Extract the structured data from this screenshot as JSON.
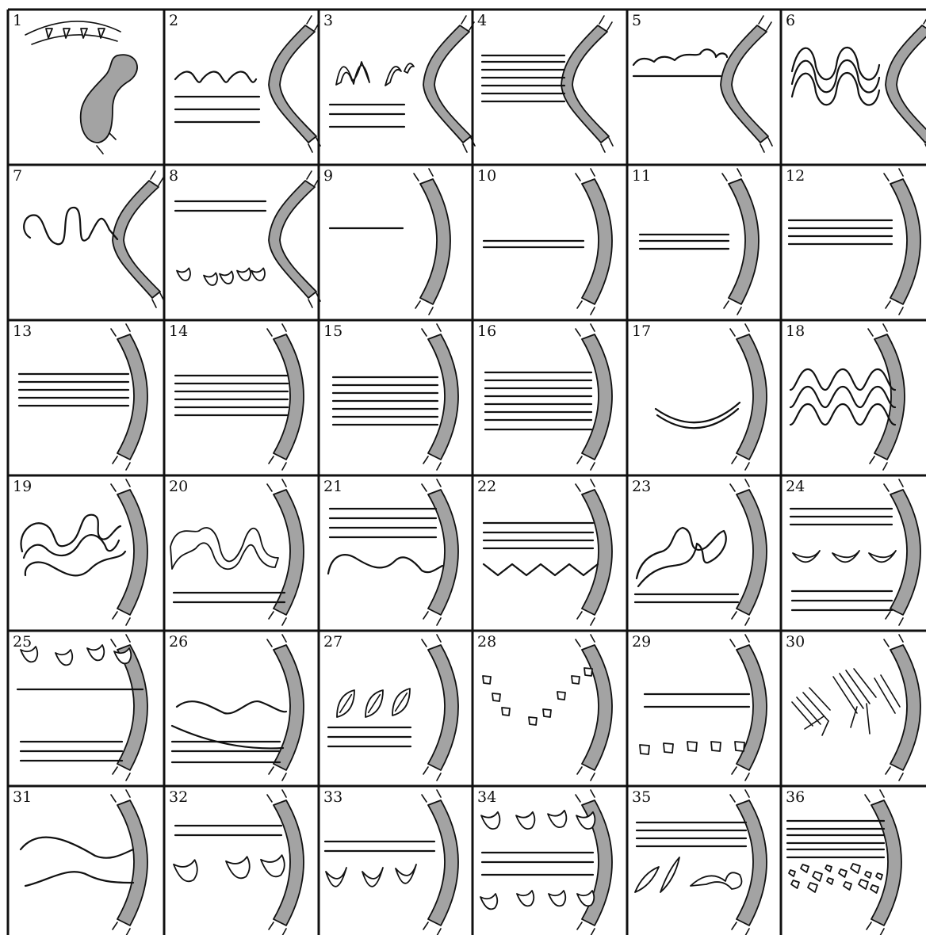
{
  "figure": {
    "columns": 6,
    "rows": 6,
    "line_color": "#111111",
    "profile_fill_color": "#a3a3a3",
    "background_color": "#ffffff"
  },
  "cells": [
    {
      "label": "1"
    },
    {
      "label": "2"
    },
    {
      "label": "3"
    },
    {
      "label": "4"
    },
    {
      "label": "5"
    },
    {
      "label": "6"
    },
    {
      "label": "7"
    },
    {
      "label": "8"
    },
    {
      "label": "9"
    },
    {
      "label": "10"
    },
    {
      "label": "11"
    },
    {
      "label": "12"
    },
    {
      "label": "13"
    },
    {
      "label": "14"
    },
    {
      "label": "15"
    },
    {
      "label": "16"
    },
    {
      "label": "17"
    },
    {
      "label": "18"
    },
    {
      "label": "19"
    },
    {
      "label": "20"
    },
    {
      "label": "21"
    },
    {
      "label": "22"
    },
    {
      "label": "23"
    },
    {
      "label": "24"
    },
    {
      "label": "25"
    },
    {
      "label": "26"
    },
    {
      "label": "27"
    },
    {
      "label": "28"
    },
    {
      "label": "29"
    },
    {
      "label": "30"
    },
    {
      "label": "31"
    },
    {
      "label": "32"
    },
    {
      "label": "33"
    },
    {
      "label": "34"
    },
    {
      "label": "35"
    },
    {
      "label": "36"
    }
  ]
}
